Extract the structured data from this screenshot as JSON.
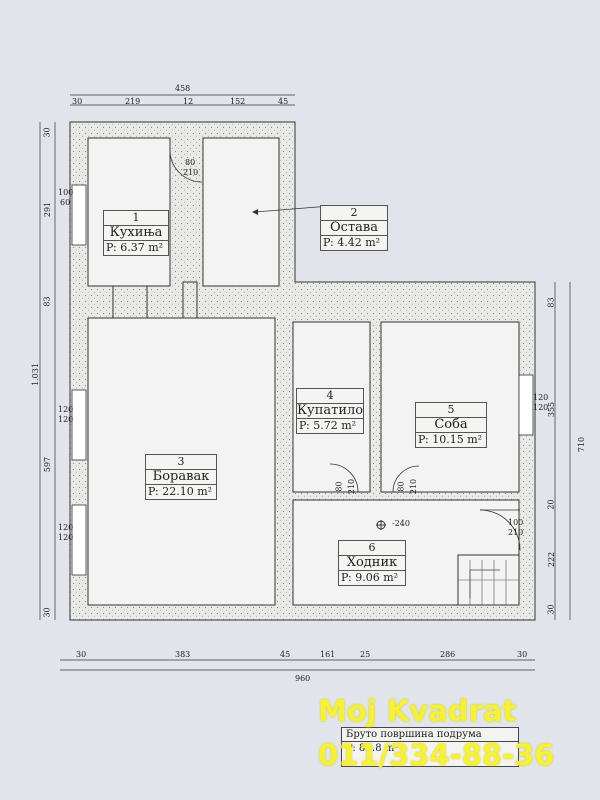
{
  "rooms": [
    {
      "num": "1",
      "name": "Кухиња",
      "area": "P: 6.37 m²"
    },
    {
      "num": "2",
      "name": "Остава",
      "area": "P: 4.42 m²"
    },
    {
      "num": "3",
      "name": "Боравак",
      "area": "P: 22.10 m²"
    },
    {
      "num": "4",
      "name": "Купатило",
      "area": "P: 5.72 m²"
    },
    {
      "num": "5",
      "name": "Соба",
      "area": "P: 10.15 m²"
    },
    {
      "num": "6",
      "name": "Ходник",
      "area": "P: 9.06 m²"
    }
  ],
  "dimensions": {
    "top_total": "458",
    "top_parts": [
      "30",
      "219",
      "12",
      "152",
      "45"
    ],
    "bottom_total": "960",
    "bottom_parts": [
      "30",
      "383",
      "45",
      "161",
      "25",
      "286",
      "30"
    ],
    "left_total": "1.031",
    "left_parts": [
      "30",
      "291",
      "83",
      "597",
      "30"
    ],
    "right_total": "710",
    "right_parts": [
      "83",
      "355",
      "20",
      "222",
      "30"
    ],
    "door_kitchen": [
      "80",
      "210"
    ],
    "door_bath": [
      "80",
      "210"
    ],
    "door_room": [
      "80",
      "210"
    ],
    "door_hall": [
      "100",
      "210"
    ],
    "window_kitchen": [
      "100",
      "60"
    ],
    "window_living_1": [
      "120",
      "120"
    ],
    "window_living_2": [
      "120",
      "120"
    ],
    "window_room": [
      "120",
      "120"
    ],
    "level_mark": "-240"
  },
  "legend": {
    "title": "Бруто површина подрума",
    "value": "P: 8…8 m²"
  },
  "watermark": {
    "brand": "Moj Kvadrat",
    "phone": "011/334-88-36"
  }
}
